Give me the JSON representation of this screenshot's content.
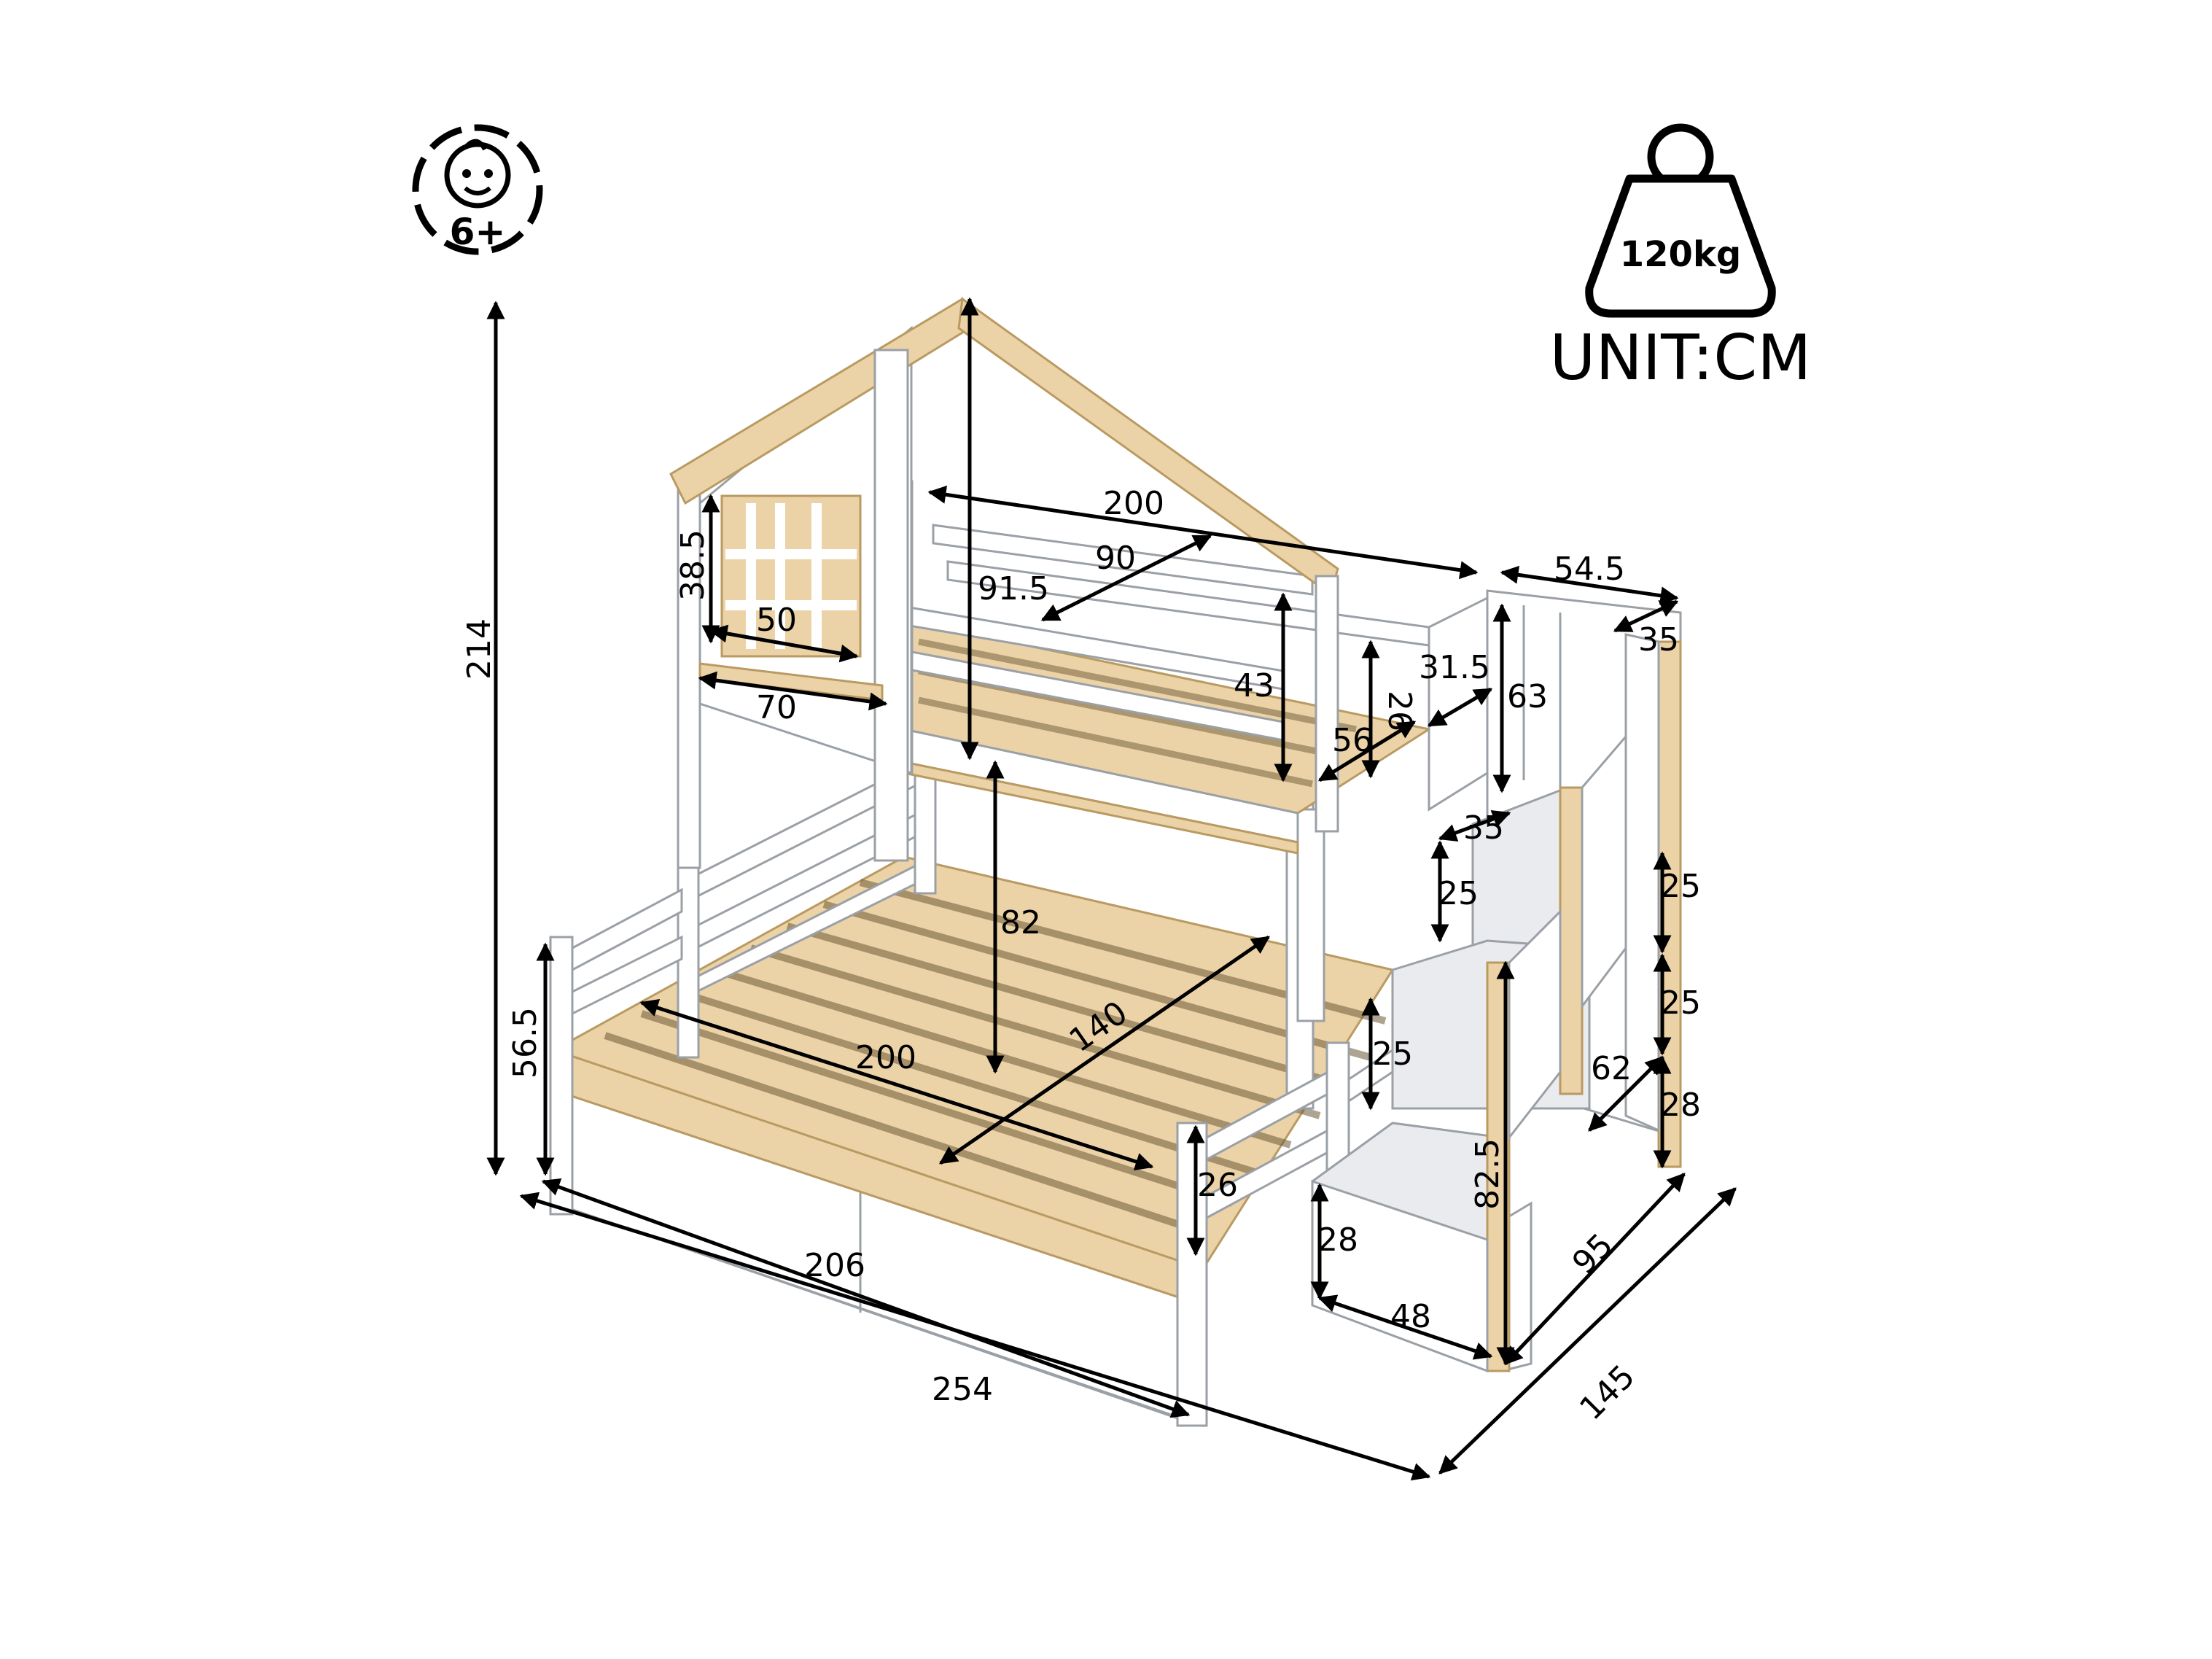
{
  "colors": {
    "wood": "#ecd3a7",
    "frame": "#ffffff",
    "outline": "#9aa0a6",
    "ink": "#000000"
  },
  "badges": {
    "age": {
      "icon": "child-face-icon",
      "label": "6+"
    },
    "weight": {
      "icon": "weight-icon",
      "label": "120kg"
    },
    "unit": "UNIT:CM"
  },
  "dimensions": {
    "total_height": "214",
    "window_height": "38.5",
    "window_width": "50",
    "shelf_width": "70",
    "upper_length": "200",
    "upper_width": "90",
    "upper_inner_height": "91.5",
    "upper_guard_height": "43",
    "upper_rail_height": "26",
    "upper_opening": "56",
    "upper_step_gap": "31.5",
    "stair_width": "54.5",
    "stair_top_depth": "35",
    "stair_rail_height": "63",
    "step_depth": "35",
    "step_height_a": "25",
    "step_height_b": "25",
    "step_height_c": "25",
    "step_height_d": "25",
    "stair_lower_depth": "62",
    "stair_bottom_height": "28",
    "stair_total_height": "82.5",
    "stair_box_height": "28",
    "stair_box_width": "48",
    "stair_length": "95",
    "total_depth": "145",
    "lower_clearance": "82",
    "lower_length": "200",
    "lower_width": "140",
    "lower_headboard": "56.5",
    "lower_guard_height": "26",
    "lower_rail_height": "25",
    "lower_bed_length": "206",
    "total_length": "254"
  }
}
